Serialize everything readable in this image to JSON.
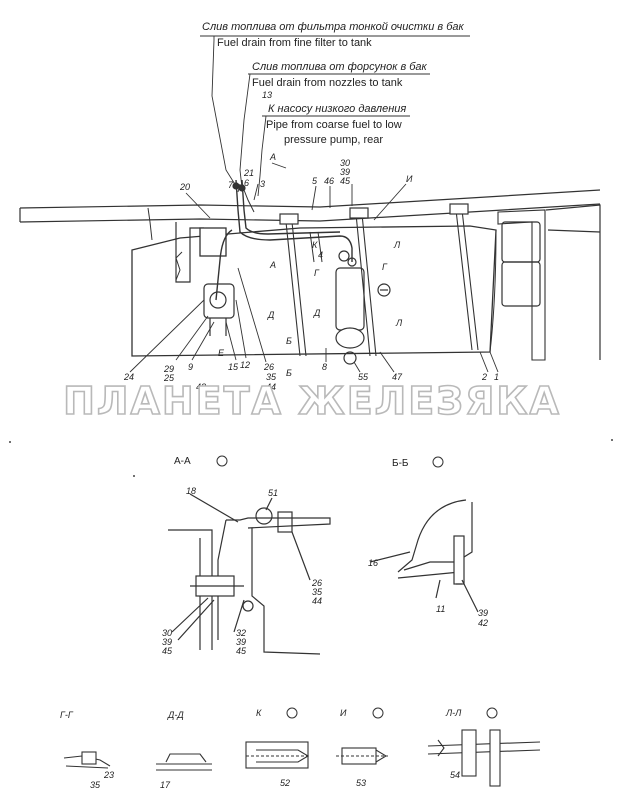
{
  "callouts": {
    "fine_filter_ru": "Слив топлива от фильтра тонкой очистки в бак",
    "fine_filter_en": "Fuel drain from fine filter to tank",
    "nozzles_ru": "Слив топлива от форсунок в бак",
    "nozzles_en": "Fuel drain from nozzles to tank",
    "low_pump_ru": "К насосу низкого давления",
    "low_pump_en_1": "Pipe from coarse fuel to low",
    "low_pump_en_2": "pressure pump, rear"
  },
  "part_numbers": {
    "p13": "13",
    "p21": "21",
    "p6": "6",
    "p7": "7",
    "p20": "20",
    "p3": "3",
    "p5": "5",
    "p46": "46",
    "p30": "30",
    "p39": "39",
    "p45": "45",
    "p4": "4",
    "p2": "2",
    "p1": "1",
    "p8": "8",
    "p9": "9",
    "p12": "12",
    "p15": "15",
    "p24": "24",
    "p26": "26",
    "p35": "35",
    "p44": "44",
    "p29": "29",
    "p25": "25",
    "p43": "43",
    "p55": "55",
    "p47": "47",
    "p18": "18",
    "p51": "51",
    "p32": "32",
    "p16": "16",
    "p11": "11",
    "p42": "42",
    "p23": "23",
    "p17": "17",
    "p52": "52",
    "p53": "53",
    "p54": "54"
  },
  "view_marks": {
    "A": "А",
    "B": "Б",
    "G": "Г",
    "D": "Д",
    "E": "Е",
    "K": "К",
    "I": "И",
    "L": "Л"
  },
  "sections": {
    "aa": "А-А",
    "bb": "Б-Б",
    "gg": "Г-Г",
    "dd": "Д-Д",
    "k": "К",
    "i": "И",
    "ll": "Л-Л"
  },
  "watermark": "ПЛАНЕТА ЖЕЛЕЗЯКА"
}
